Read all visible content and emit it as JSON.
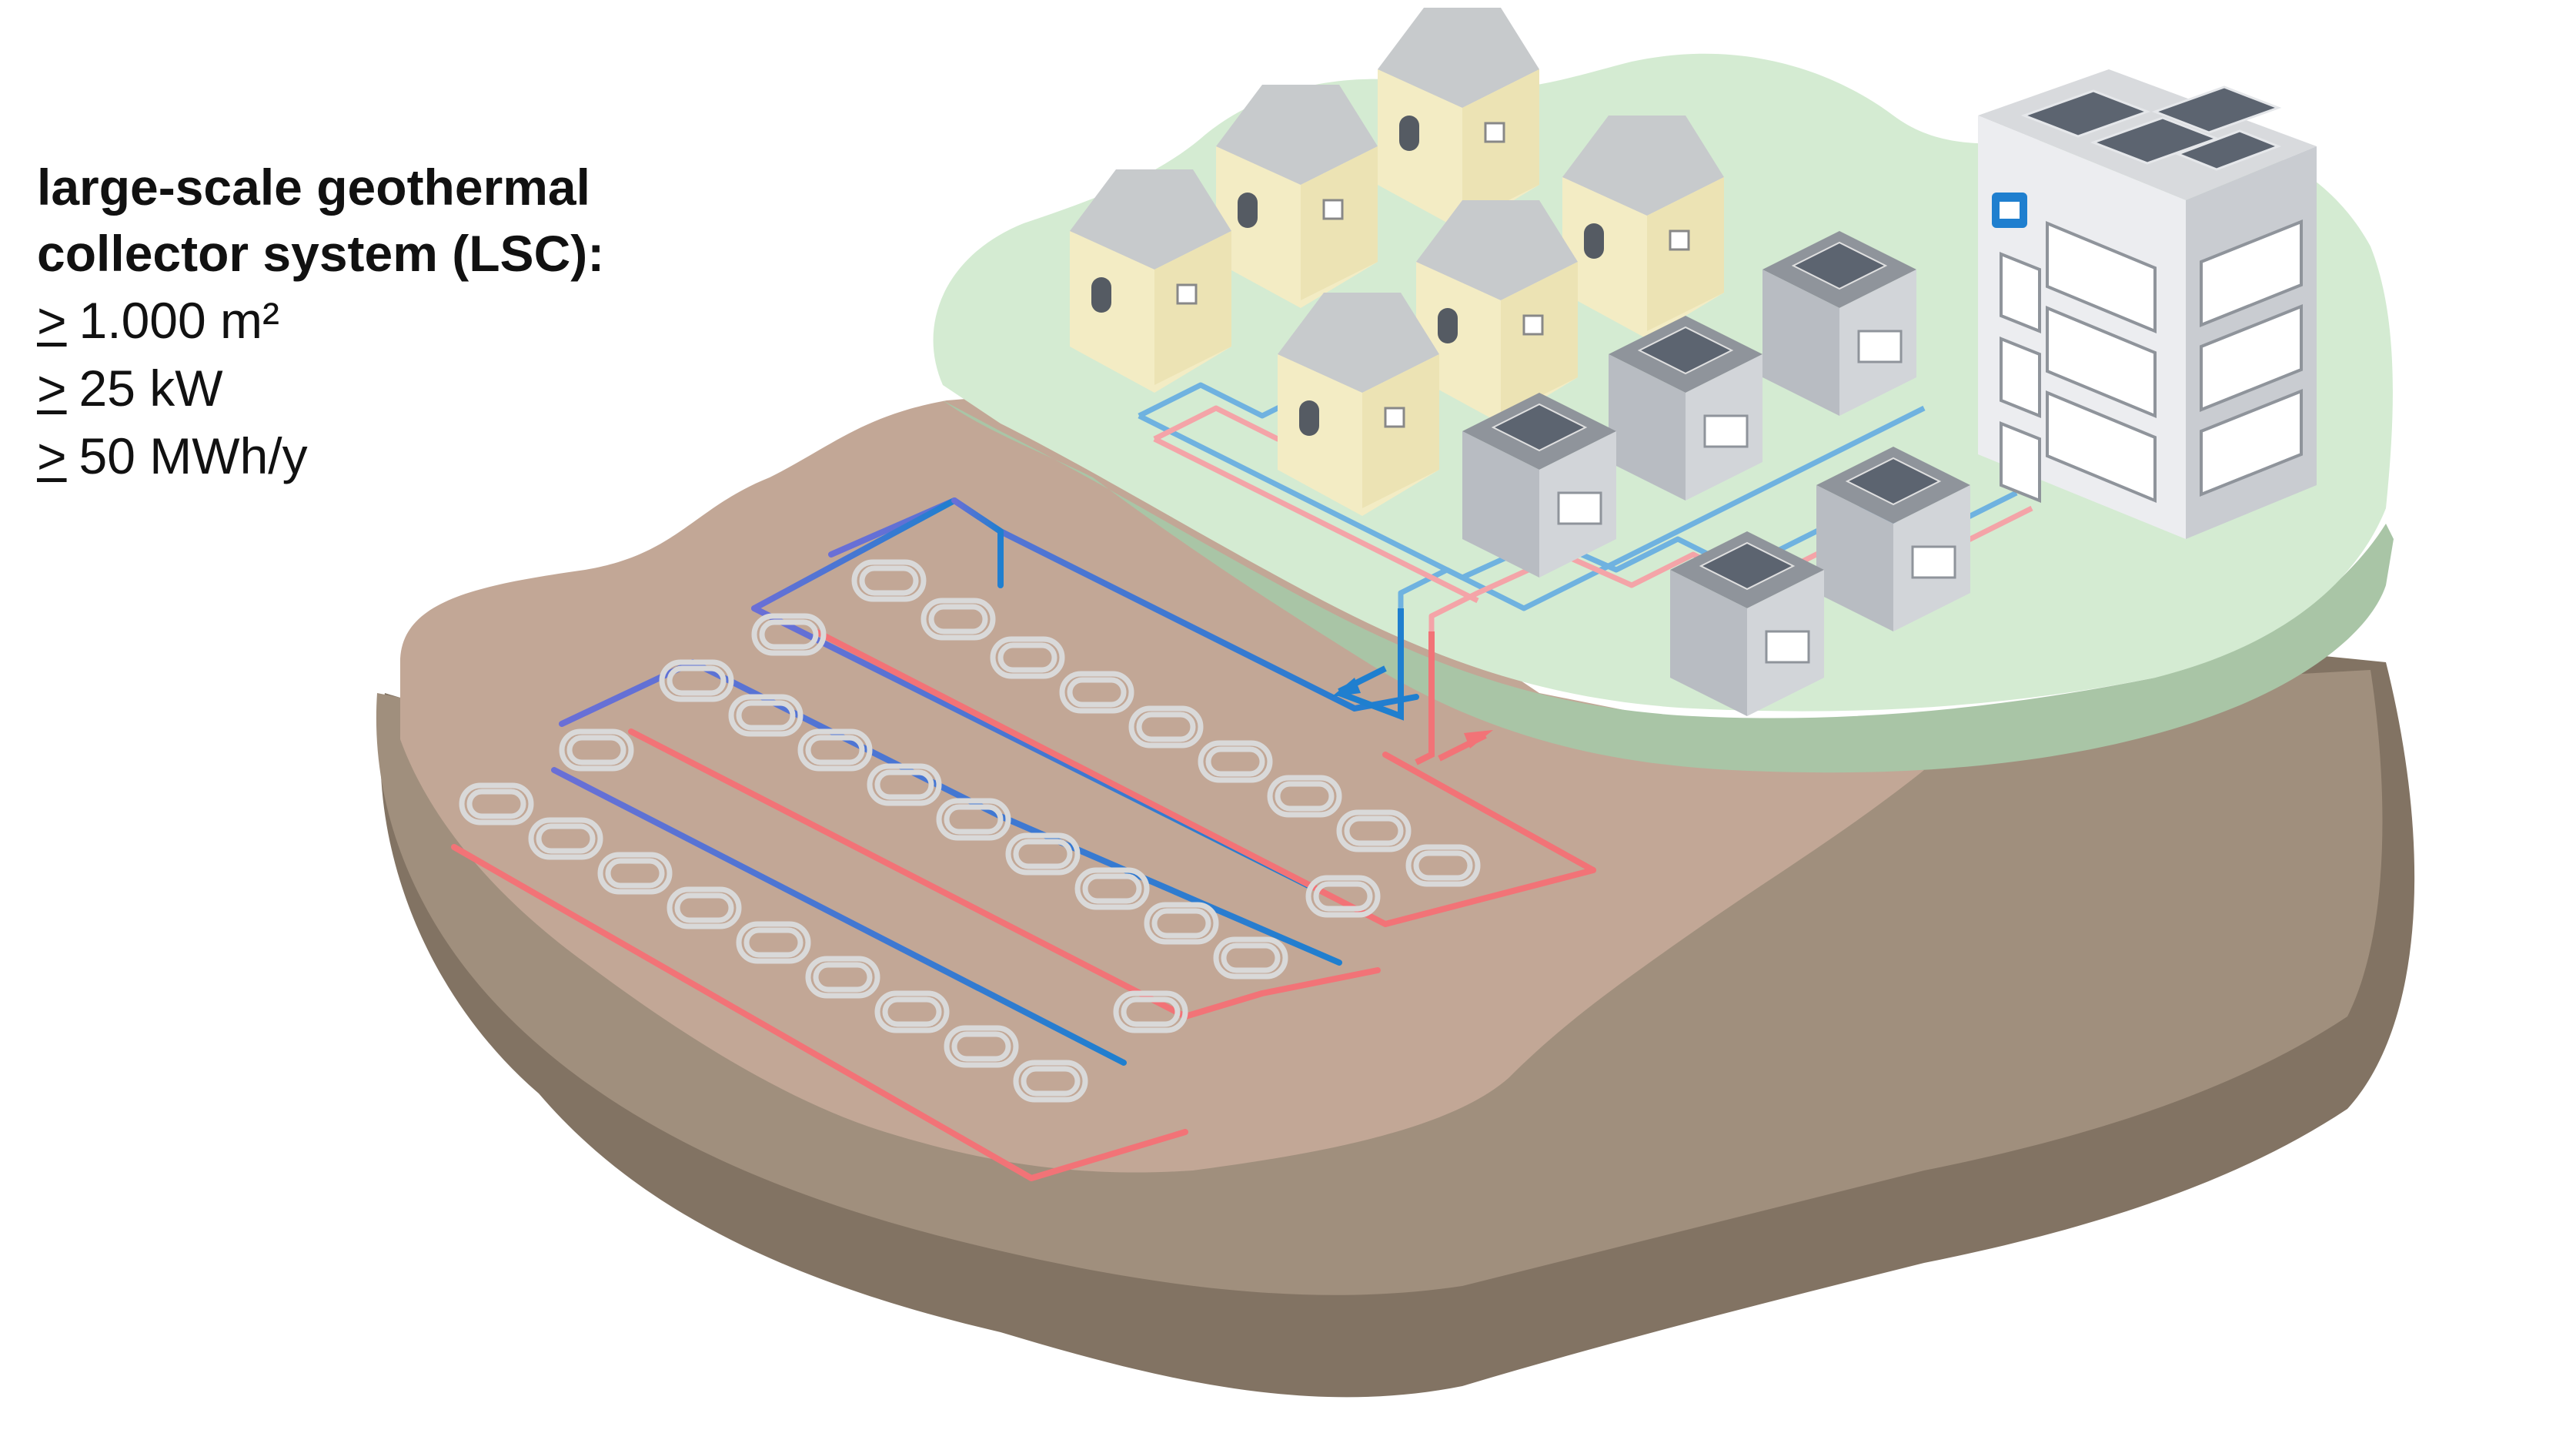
{
  "legend": {
    "title_line_1": "large-scale geothermal",
    "title_line_2": "collector system (LSC):",
    "specs": [
      {
        "symbol": ">",
        "value": "1.000 m²"
      },
      {
        "symbol": ">",
        "value": "25 kW"
      },
      {
        "symbol": ">",
        "value": "50 MWh/y"
      }
    ]
  },
  "colors": {
    "soil_top": "#c2a796",
    "soil_side": "#a08f7d",
    "soil_dark": "#827363",
    "grass": "#d4ebd2",
    "grass_edge": "#a9c5a6",
    "cold_pipe": "#1f7fcf",
    "cold_pipe_light": "#6fb2e0",
    "warm_pipe": "#f27377",
    "warm_pipe_light": "#f4a4a8",
    "collector_loop": "#d9d9d9",
    "house_wall": "#f3ecc4",
    "house_roof": "#c7cacc",
    "garage_wall": "#b8bcc2",
    "office_wall": "#ecedf0",
    "solar_panel": "#5c6470"
  },
  "icons": {
    "supply_arrow": "arrow-down-left-icon",
    "return_arrow": "arrow-up-right-icon",
    "office_logo": "company-logo-icon"
  }
}
